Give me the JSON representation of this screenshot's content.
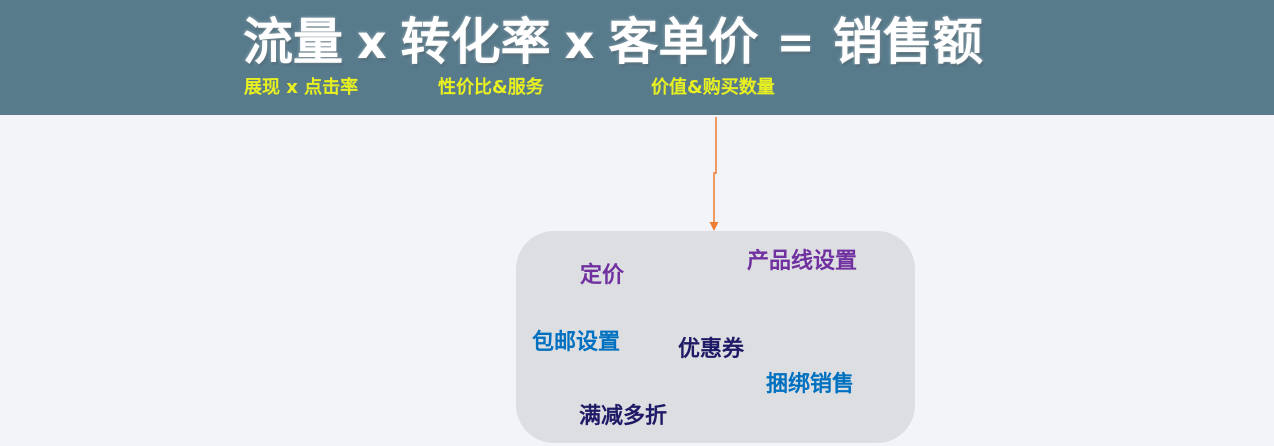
{
  "header": {
    "formula": {
      "traffic": "流量",
      "op1": "x",
      "conversion": "转化率",
      "op2": "x",
      "avg_order": "客单价",
      "eq": "=",
      "sales": "销售额"
    },
    "subtitles": {
      "traffic_factors": "展现 x 点击率",
      "conversion_factors": "性价比&服务",
      "avg_order_factors": "价值&购买数量"
    }
  },
  "panel": {
    "items": {
      "pricing": "定价",
      "product_line": "产品线设置",
      "free_shipping": "包邮设置",
      "coupon": "优惠券",
      "bundle": "捆绑销售",
      "discount": "满减多折"
    }
  },
  "colors": {
    "banner": "#587b8c",
    "subtitle": "#e8f020",
    "arrow": "#ed7d31",
    "panel": "#dcdee1",
    "purple_text": "#7030a0",
    "blue_text": "#0070c0",
    "navy_text": "#1f1a66"
  }
}
